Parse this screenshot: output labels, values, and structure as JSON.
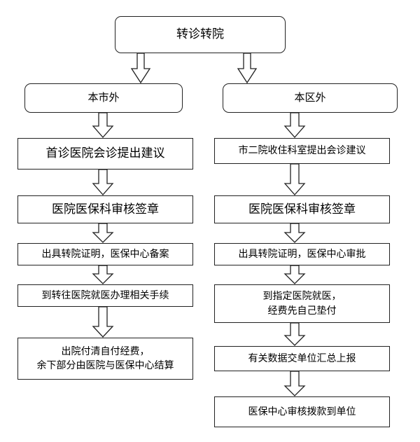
{
  "root": "转诊转院",
  "left_branch": {
    "title": "本市外",
    "steps": [
      "首诊医院会诊提出建议",
      "医院医保科审核签章",
      "出具转院证明，医保中心备案",
      "到转往医院就医办理相关手续",
      "出院付清自付经费，\n余下部分由医院与医保中心结算"
    ]
  },
  "right_branch": {
    "title": "本区外",
    "steps": [
      "市二院收住科室提出会诊建议",
      "医院医保科审核签章",
      "出具转院证明，医保中心审批",
      "到指定医院就医，\n经费先自己垫付",
      "有关数据交单位汇总上报",
      "医保中心审核拨款到单位"
    ]
  }
}
